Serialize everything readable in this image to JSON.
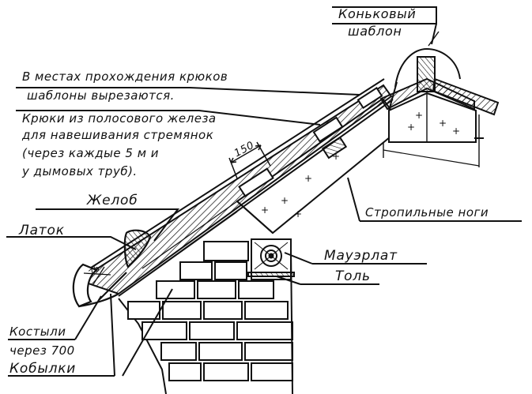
{
  "labels": {
    "ridge_template": [
      "Коньковый",
      "шаблон"
    ],
    "hook_cutout_note": [
      "В местах прохождения крюков",
      "шаблоны вырезаются."
    ],
    "hooks_note": [
      "Крюки из полосового железа",
      "для навешивания стремянок",
      "(через каждые 5 м и",
      "у дымовых труб)."
    ],
    "dimension_150": "150",
    "gutter": "Желоб",
    "rafters": "Стропильные ноги",
    "drip_tray": "Латок",
    "wall_plate": "Мауэрлат",
    "roofing_felt": "Толь",
    "brackets": [
      "Костыли",
      "через 700"
    ],
    "cant_boards": "Кобылки",
    "dimension_75": "75"
  },
  "colors": {
    "ink": "#111111",
    "paper": "#ffffff"
  }
}
